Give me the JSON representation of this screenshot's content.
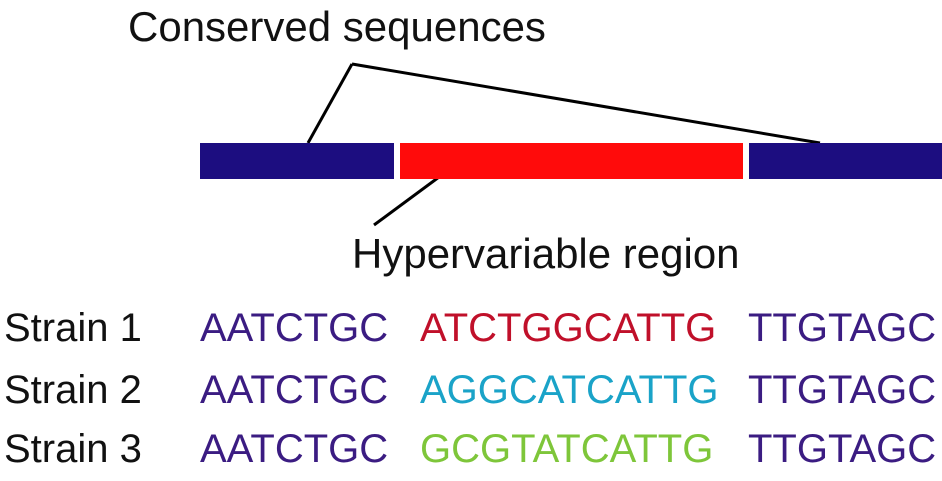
{
  "labels": {
    "conserved": "Conserved sequences",
    "hypervariable": "Hypervariable region"
  },
  "colors": {
    "conserved_bar": "#1c0d80",
    "hypervariable_bar": "#ff0b0b",
    "conserved_text": "#3b1c82",
    "leader_line": "#000000"
  },
  "strains": [
    {
      "name": "Strain 1",
      "left": "AATCTGC",
      "variable": "ATCTGGCATTG",
      "right": "TTGTAGC",
      "variable_color": "#c0102a"
    },
    {
      "name": "Strain 2",
      "left": "AATCTGC",
      "variable": "AGGCATCATTG",
      "right": "TTGTAGC",
      "variable_color": "#1aa3c8"
    },
    {
      "name": "Strain 3",
      "left": "AATCTGC",
      "variable": "GCGTATCATTG",
      "right": "TTGTAGC",
      "variable_color": "#7ec63a"
    }
  ]
}
